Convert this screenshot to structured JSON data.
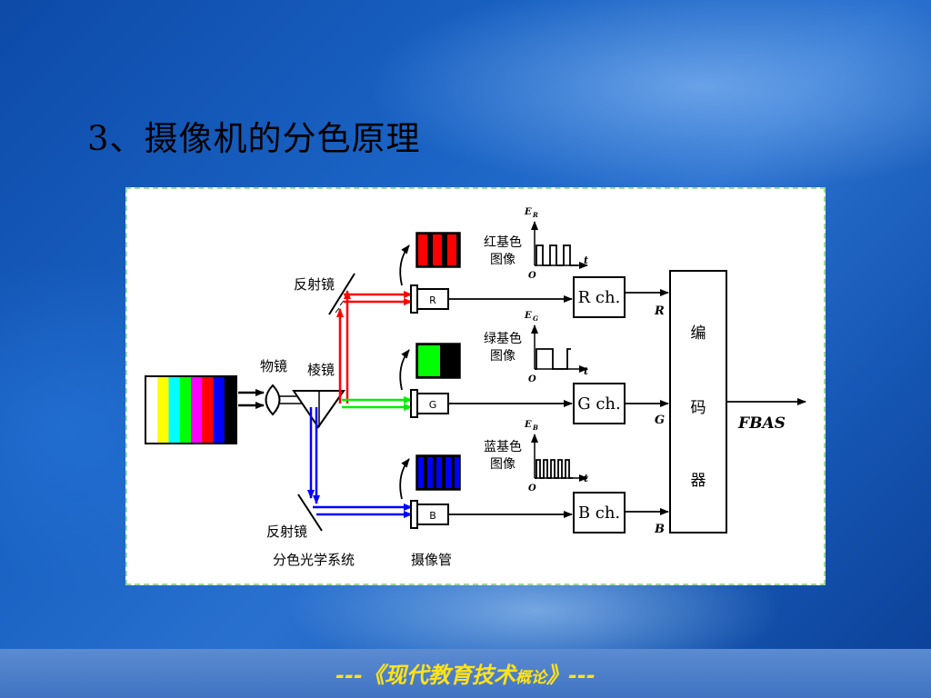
{
  "slide": {
    "title": "3、摄像机的分色原理"
  },
  "diagram": {
    "labels": {
      "mirror_top": "反射镜",
      "objective_lens": "物镜",
      "prism": "棱镜",
      "mirror_bottom": "反射镜",
      "optical_system": "分色光学系统",
      "camera_tube": "摄像管",
      "red_image": [
        "红基色",
        "图像"
      ],
      "green_image": [
        "绿基色",
        "图像"
      ],
      "blue_image": [
        "蓝基色",
        "图像"
      ],
      "encoder": [
        "编",
        "码",
        "器"
      ],
      "output": "FBAS"
    },
    "tubes": {
      "red": "R",
      "green": "G",
      "blue": "B"
    },
    "channels": {
      "red": "R ch.",
      "green": "G ch.",
      "blue": "B ch."
    },
    "channel_outputs": {
      "red": "R",
      "green": "G",
      "blue": "B"
    },
    "waveforms": {
      "red": {
        "axis_e": "E",
        "axis_e_sub": "R",
        "origin": "O",
        "axis_t": "t"
      },
      "green": {
        "axis_e": "E",
        "axis_e_sub": "G",
        "origin": "O",
        "axis_t": "t"
      },
      "blue": {
        "axis_e": "E",
        "axis_e_sub": "B",
        "origin": "O",
        "axis_t": "t"
      }
    },
    "colors": {
      "red": "#ff0000",
      "green": "#00ff00",
      "blue": "#0000ff",
      "color_bars": [
        "#ffffff",
        "#ffff00",
        "#00ffff",
        "#00ff00",
        "#ff00ff",
        "#ff0000",
        "#0000ff",
        "#000000"
      ]
    }
  },
  "footer": {
    "main": "---《现代教育技术",
    "small": "概论",
    "end": "》---"
  }
}
